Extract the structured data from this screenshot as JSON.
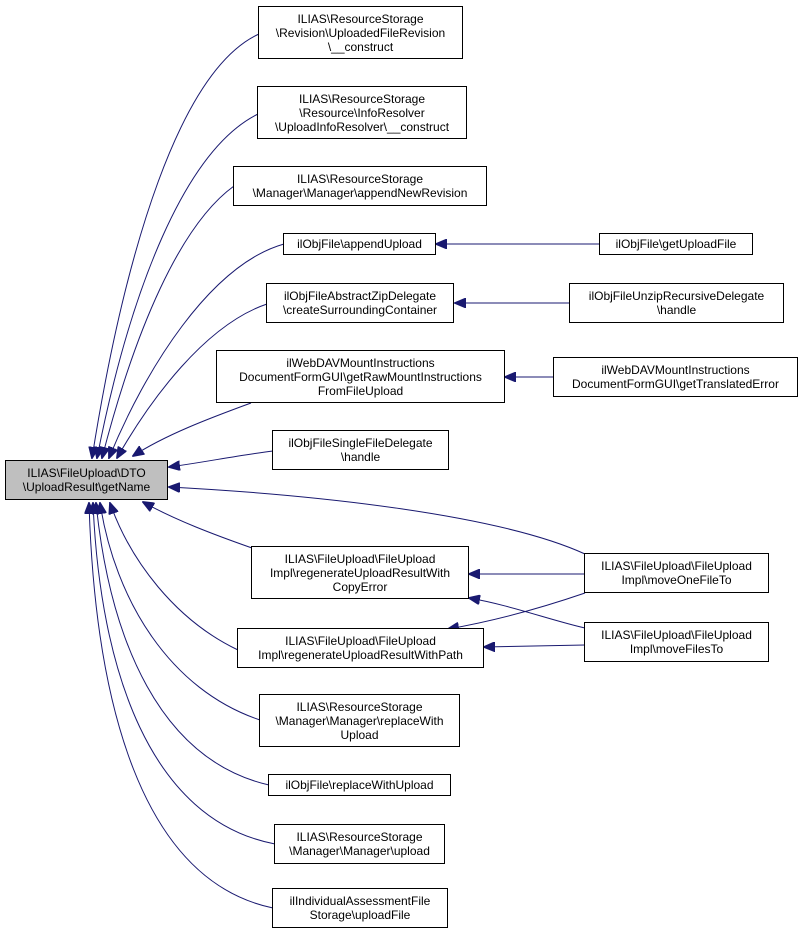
{
  "focus_node": {
    "id": "n0",
    "lines": [
      "ILIAS\\FileUpload\\DTO",
      "\\UploadResult\\getName"
    ]
  },
  "nodes": [
    {
      "id": "n1",
      "lines": [
        "ILIAS\\ResourceStorage",
        "\\Revision\\UploadedFileRevision",
        "\\__construct"
      ]
    },
    {
      "id": "n2",
      "lines": [
        "ILIAS\\ResourceStorage",
        "\\Resource\\InfoResolver",
        "\\UploadInfoResolver\\__construct"
      ]
    },
    {
      "id": "n3",
      "lines": [
        "ILIAS\\ResourceStorage",
        "\\Manager\\Manager\\appendNewRevision"
      ]
    },
    {
      "id": "n4",
      "lines": [
        "ilObjFile\\appendUpload"
      ]
    },
    {
      "id": "n5",
      "lines": [
        "ilObjFile\\getUploadFile"
      ]
    },
    {
      "id": "n6",
      "lines": [
        "ilObjFileAbstractZipDelegate",
        "\\createSurroundingContainer"
      ]
    },
    {
      "id": "n7",
      "lines": [
        "ilObjFileUnzipRecursiveDelegate",
        "\\handle"
      ]
    },
    {
      "id": "n8",
      "lines": [
        "ilWebDAVMountInstructions",
        "DocumentFormGUI\\getRawMountInstructions",
        "FromFileUpload"
      ]
    },
    {
      "id": "n9",
      "lines": [
        "ilWebDAVMountInstructions",
        "DocumentFormGUI\\getTranslatedError"
      ]
    },
    {
      "id": "n10",
      "lines": [
        "ilObjFileSingleFileDelegate",
        "\\handle"
      ]
    },
    {
      "id": "n11",
      "lines": [
        "ILIAS\\FileUpload\\FileUpload",
        "Impl\\regenerateUploadResultWith",
        "CopyError"
      ]
    },
    {
      "id": "n12",
      "lines": [
        "ILIAS\\FileUpload\\FileUpload",
        "Impl\\moveOneFileTo"
      ]
    },
    {
      "id": "n13",
      "lines": [
        "ILIAS\\FileUpload\\FileUpload",
        "Impl\\regenerateUploadResultWithPath"
      ]
    },
    {
      "id": "n14",
      "lines": [
        "ILIAS\\FileUpload\\FileUpload",
        "Impl\\moveFilesTo"
      ]
    },
    {
      "id": "n15",
      "lines": [
        "ILIAS\\ResourceStorage",
        "\\Manager\\Manager\\replaceWith",
        "Upload"
      ]
    },
    {
      "id": "n16",
      "lines": [
        "ilObjFile\\replaceWithUpload"
      ]
    },
    {
      "id": "n17",
      "lines": [
        "ILIAS\\ResourceStorage",
        "\\Manager\\Manager\\upload"
      ]
    },
    {
      "id": "n18",
      "lines": [
        "ilIndividualAssessmentFile",
        "Storage\\uploadFile"
      ]
    }
  ],
  "edges": [
    {
      "from": "n1",
      "to": "n0"
    },
    {
      "from": "n2",
      "to": "n0"
    },
    {
      "from": "n3",
      "to": "n0"
    },
    {
      "from": "n4",
      "to": "n0"
    },
    {
      "from": "n6",
      "to": "n0"
    },
    {
      "from": "n8",
      "to": "n0"
    },
    {
      "from": "n10",
      "to": "n0"
    },
    {
      "from": "n12",
      "to": "n0"
    },
    {
      "from": "n11",
      "to": "n0"
    },
    {
      "from": "n13",
      "to": "n0"
    },
    {
      "from": "n15",
      "to": "n0"
    },
    {
      "from": "n16",
      "to": "n0"
    },
    {
      "from": "n17",
      "to": "n0"
    },
    {
      "from": "n18",
      "to": "n0"
    },
    {
      "from": "n5",
      "to": "n4"
    },
    {
      "from": "n7",
      "to": "n6"
    },
    {
      "from": "n9",
      "to": "n8"
    },
    {
      "from": "n12",
      "to": "n11"
    },
    {
      "from": "n14",
      "to": "n11"
    },
    {
      "from": "n12",
      "to": "n13"
    },
    {
      "from": "n14",
      "to": "n13"
    }
  ],
  "colors": {
    "edge": "#191970",
    "focus_fill": "#bfbfbf",
    "node_border": "#000000"
  }
}
